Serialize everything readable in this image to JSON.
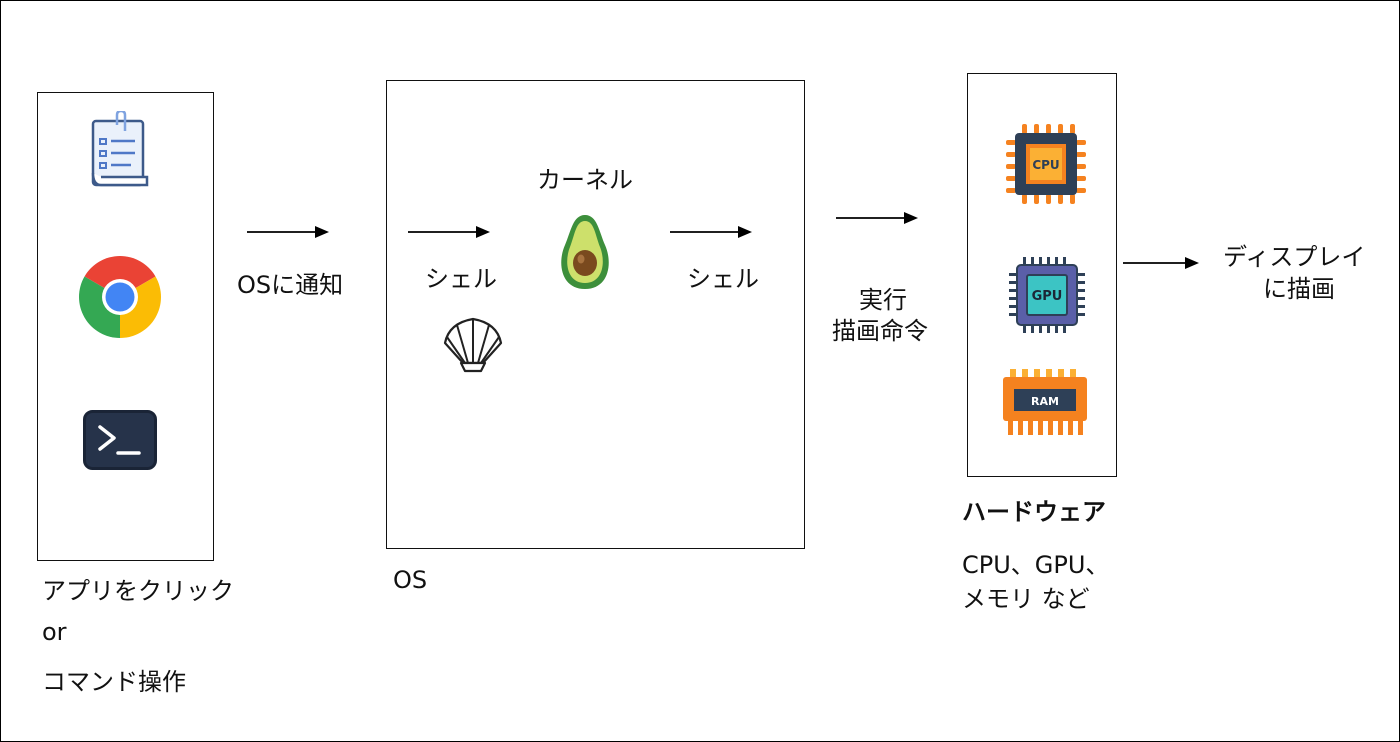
{
  "diagram": {
    "apps": {
      "caption_line1": "アプリをクリック",
      "caption_or": "or",
      "caption_line3": "コマンド操作",
      "icons": [
        "notes-app-icon",
        "chrome-browser-icon",
        "terminal-icon"
      ]
    },
    "notify_label": "OSに通知",
    "os": {
      "label": "OS",
      "kernel_label": "カーネル",
      "shell_left_label": "シェル",
      "shell_right_label": "シェル",
      "icons": [
        "shell-icon",
        "avocado-kernel-icon"
      ]
    },
    "execute_label_line1": "実行",
    "execute_label_line2": "描画命令",
    "hardware": {
      "title": "ハードウェア",
      "desc_line1": "CPU、GPU、",
      "desc_line2": "メモリ など",
      "cpu_chip_text": "CPU",
      "gpu_chip_text": "GPU",
      "ram_chip_text": "RAM",
      "icons": [
        "cpu-chip-icon",
        "gpu-chip-icon",
        "ram-module-icon"
      ]
    },
    "display_label_line1": "ディスプレイ",
    "display_label_line2": "に描画",
    "colors": {
      "accent_blue": "#4f78c7",
      "chip_orange": "#f5821f",
      "chip_dark": "#2e4057",
      "avocado_green": "#3d8f3b"
    }
  }
}
